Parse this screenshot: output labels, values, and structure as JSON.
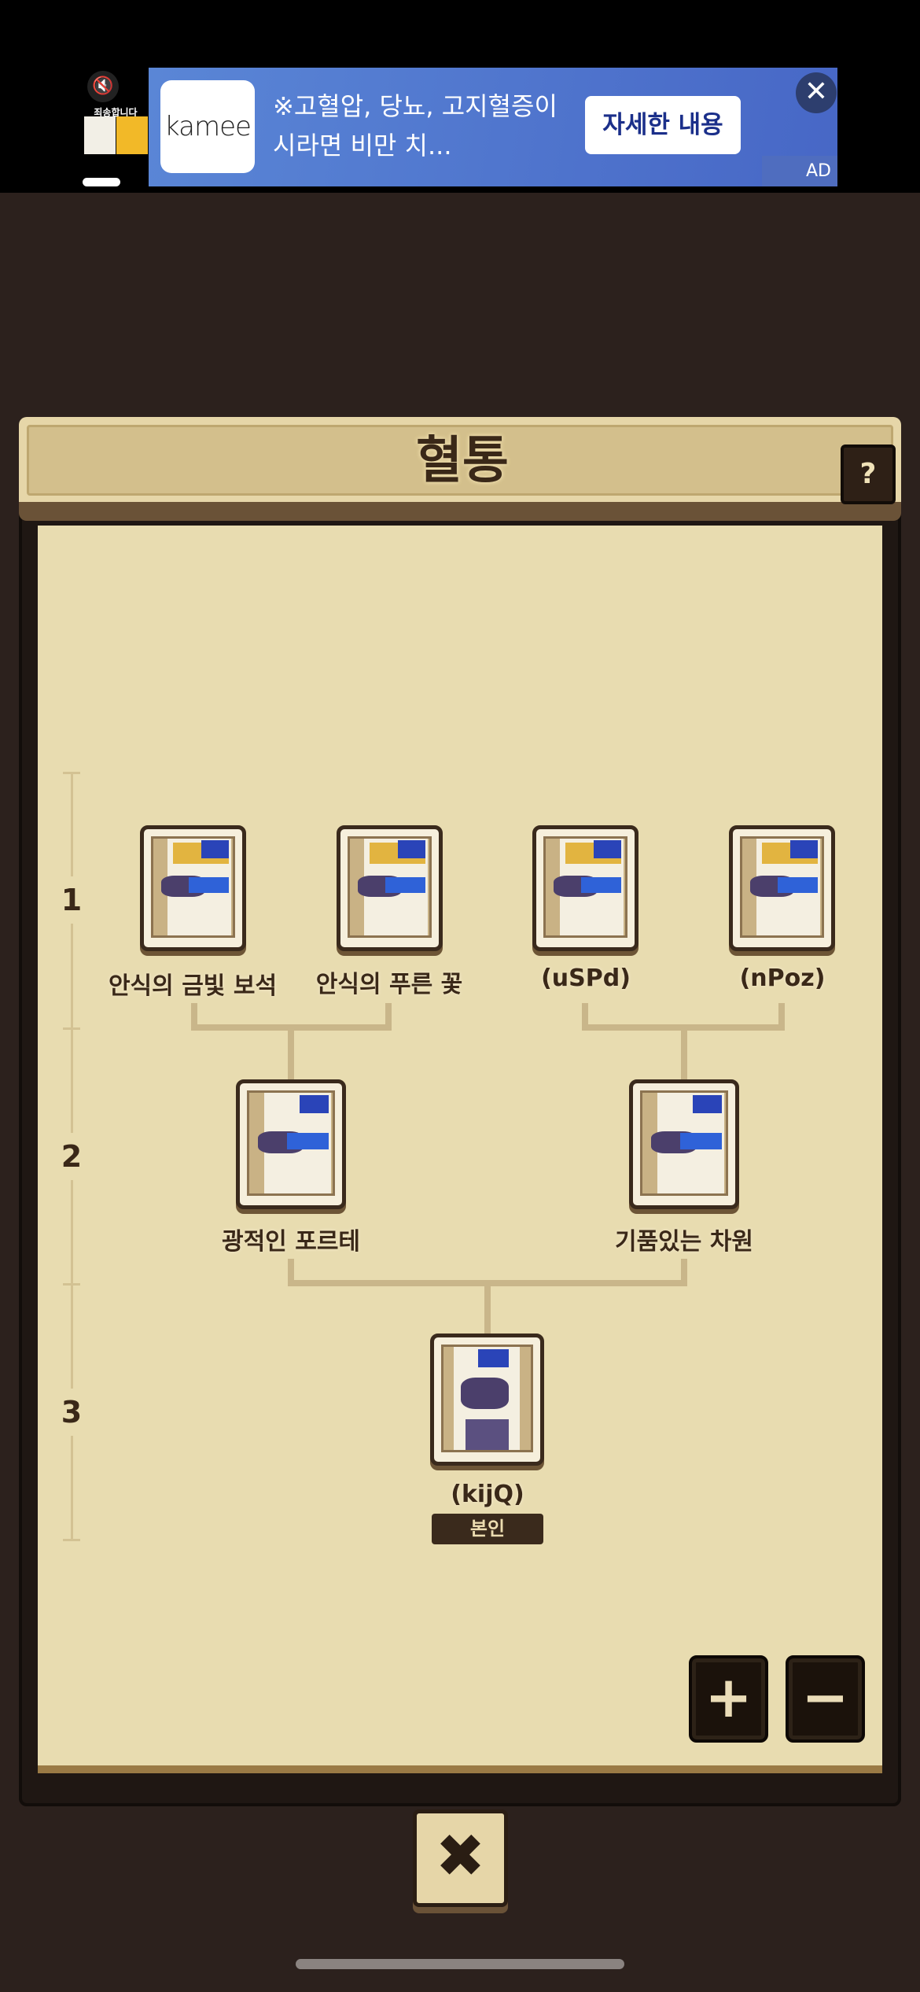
{
  "ad": {
    "mute_label": "죄송합니다",
    "brand": "kamee",
    "text": "※고혈압, 당뇨, 고지혈증이시라면 비만 치...",
    "cta": "자세한 내용",
    "badge": "AD",
    "close": "✕"
  },
  "header": {
    "title": "혈통",
    "help": "?"
  },
  "levels": [
    "1",
    "2",
    "3"
  ],
  "tree": {
    "gen1": [
      {
        "name": "안식의 금빛 보석"
      },
      {
        "name": "안식의 푸른 꽃"
      },
      {
        "name": "(uSPd)"
      },
      {
        "name": "(nPoz)"
      }
    ],
    "gen2": [
      {
        "name": "광적인 포르테"
      },
      {
        "name": "기품있는 차원"
      }
    ],
    "gen3": {
      "name": "(kijQ)",
      "badge": "본인"
    }
  },
  "controls": {
    "zoom_in": "+",
    "zoom_out": "−",
    "close": "✖"
  },
  "colors": {
    "parchment": "#e8dcb0",
    "frame": "#1f1713",
    "text": "#3a2818"
  }
}
